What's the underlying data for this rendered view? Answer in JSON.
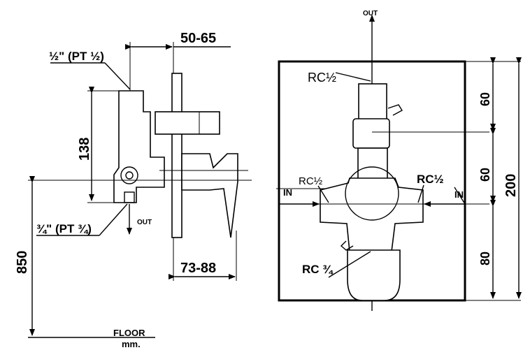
{
  "side_view": {
    "dim_top": "50-65",
    "dim_bottom": "73-88",
    "dim_height": "138",
    "dim_floor_height": "850",
    "inlet_label": "½\" (PT ½)",
    "outlet_label": "¾\" (PT ¾)",
    "out_label": "OUT",
    "floor_label": "FLOOR",
    "unit_label": "mm."
  },
  "front_view": {
    "out_label": "OUT",
    "top_port": "RC½",
    "left_port": "RC½",
    "right_port": "RC½",
    "bottom_port": "RC ¾",
    "in_left": "IN",
    "in_right": "IN",
    "dim_60_top": "60",
    "dim_60_mid": "60",
    "dim_80": "80",
    "dim_200": "200"
  }
}
